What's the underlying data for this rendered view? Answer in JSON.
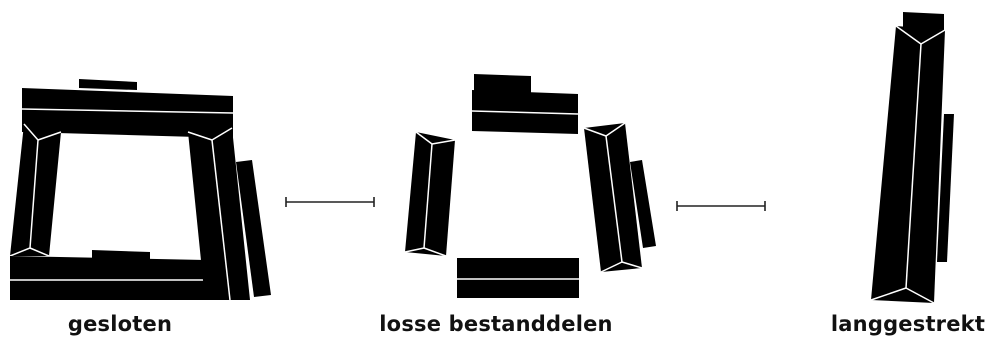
{
  "diagram": {
    "colors": {
      "block": "#000000",
      "edge": "#ffffff",
      "connector": "#222222",
      "background": "#ffffff"
    },
    "stages": [
      {
        "id": "closed",
        "label": "gesloten"
      },
      {
        "id": "loose",
        "label": "losse bestanddelen"
      },
      {
        "id": "stretched",
        "label": "langgestrekt"
      }
    ]
  }
}
